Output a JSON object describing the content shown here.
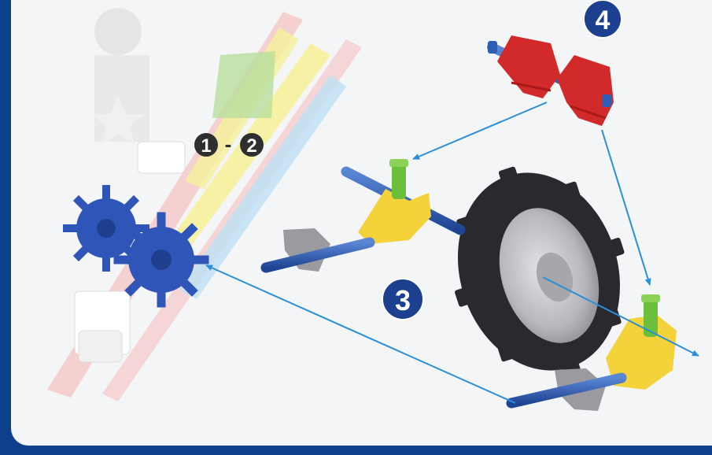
{
  "steps": {
    "range_start": "1",
    "range_dash": "-",
    "range_end": "2",
    "step3": "3",
    "step4": "4"
  },
  "colors": {
    "border": "#0c3f8c",
    "background": "#f4f5f7",
    "step_badge": "#1d3f8f",
    "range_badge": "#2f2f2f",
    "arrow": "#2a8fd8",
    "rod_blue": "#2d5eb5",
    "connector_yellow": "#f3d23a",
    "connector_red": "#d22a2a",
    "tire": "#2a2a2e",
    "hub": "#b9b9bd",
    "peg_green": "#6bbf3a",
    "gear_blue": "#2f55b8"
  }
}
